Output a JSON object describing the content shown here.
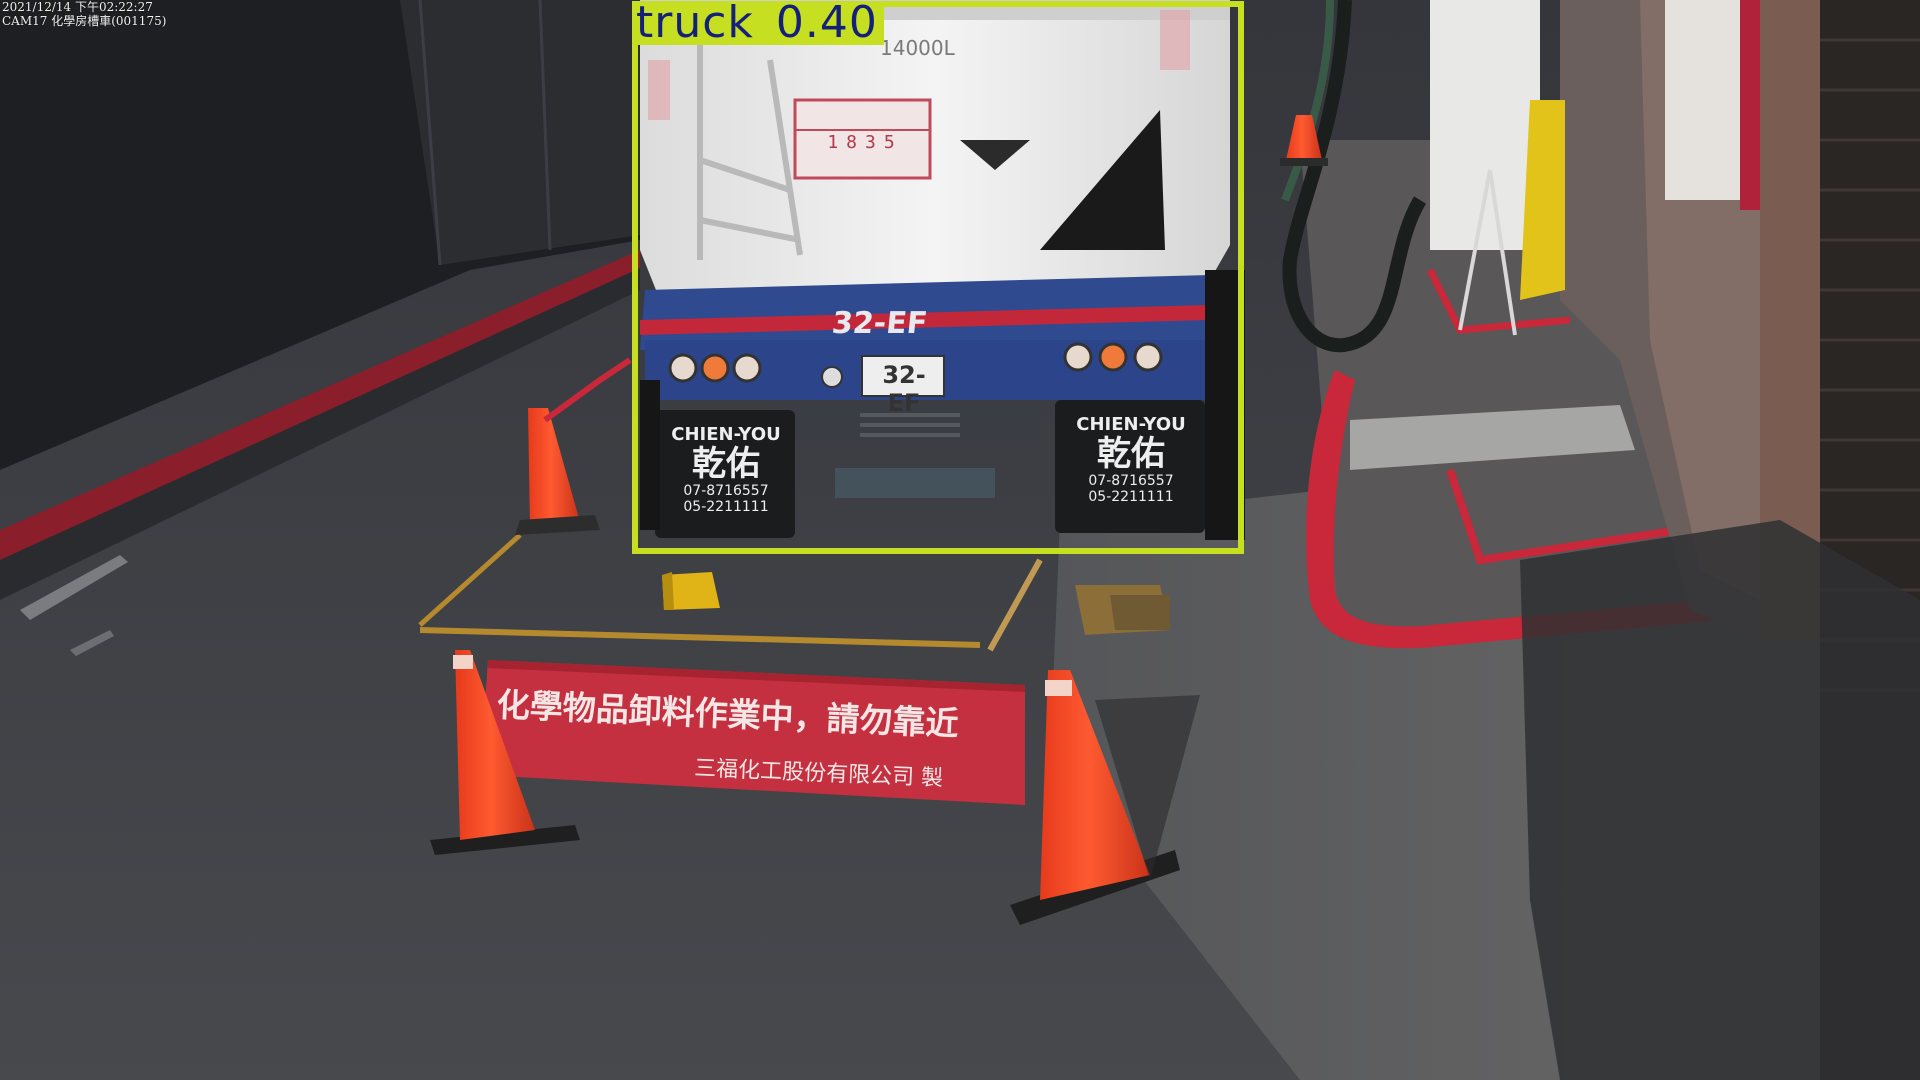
{
  "camera": {
    "timestamp": "2021/12/14 下午02:22:27",
    "channel": "CAM17 化學房槽車(001175)"
  },
  "detections": [
    {
      "label": "truck",
      "score": "0.40"
    }
  ],
  "scene_text": {
    "tank_capacity": "14000L",
    "hazmat_placard": "1835",
    "license_plate": "32-EF",
    "plate_small": "32-EF",
    "mudflap_company_en": "CHIEN-YOU",
    "mudflap_company_zh": "乾佑",
    "mudflap_phone_1": "07-8716557",
    "mudflap_phone_2": "05-2211111",
    "banner_main": "化學物品卸料作業中，請勿靠近",
    "banner_sub": "三福化工股份有限公司 製"
  },
  "colors": {
    "detection_box": "#c6e021",
    "detection_text": "#14207a",
    "banner": "#c4303f",
    "cone": "#ff4a24",
    "curb_red": "#c8283a"
  }
}
